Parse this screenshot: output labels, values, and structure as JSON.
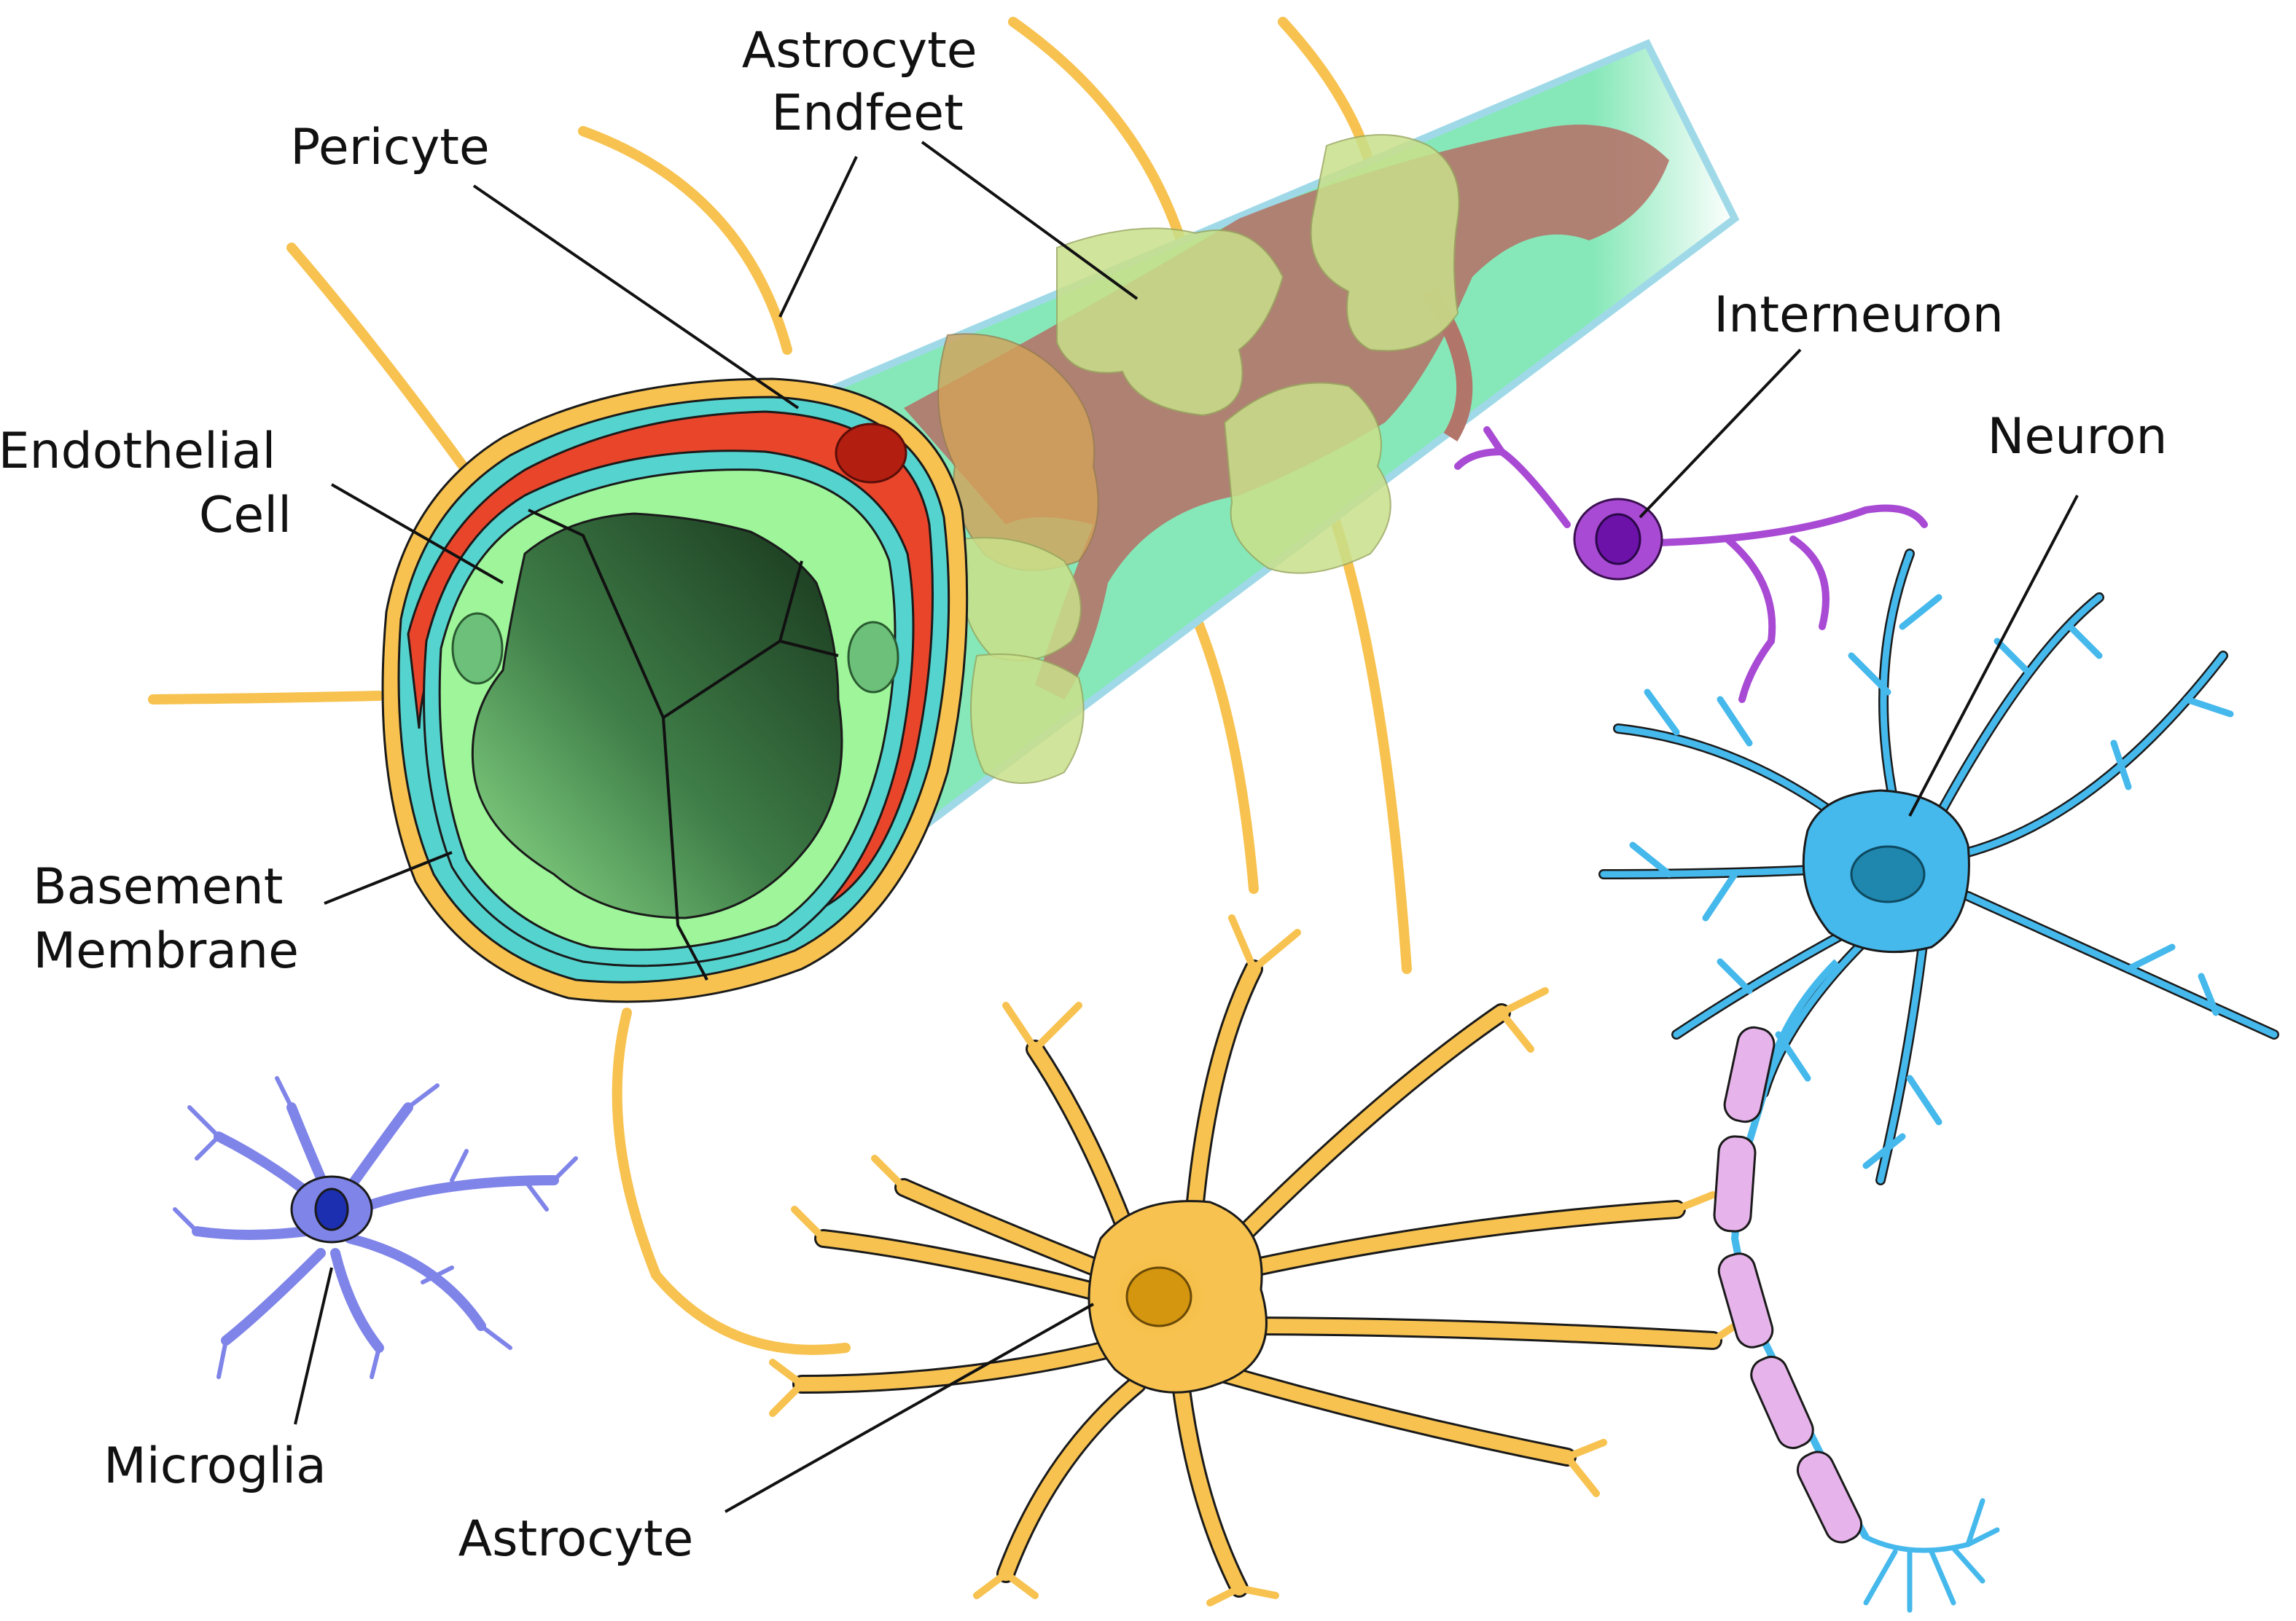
{
  "labels": {
    "astrocyte_endfeet": "Astrocyte Endfeet",
    "astrocyte_endfeet_line1": "Astrocyte",
    "astrocyte_endfeet_line2": "Endfeet",
    "pericyte": "Pericyte",
    "interneuron": "Interneuron",
    "neuron": "Neuron",
    "endothelial_cell": "Endothelial Cell",
    "endothelial_cell_line1": "Endothelial",
    "endothelial_cell_line2": "Cell",
    "basement_membrane": "Basement Membrane",
    "basement_membrane_line1": "Basement",
    "basement_membrane_line2": "Membrane",
    "microglia": "Microglia",
    "astrocyte": "Astrocyte"
  },
  "colors": {
    "astrocyte": "#f7c24f",
    "astrocyte_nucleus": "#d4950f",
    "pericyte": "#e9452a",
    "pericyte_nucleus": "#b21e10",
    "basement_membrane": "#55d4cf",
    "endothelium": "#9ef59a",
    "lumen_dark": "#1f4a26",
    "vessel_body": "#86e8b8",
    "pericyte_process": "#b2756a",
    "endfoot": "#c9e08a",
    "interneuron": "#a84ad4",
    "interneuron_nucleus": "#6c12a8",
    "neuron": "#45b8ec",
    "neuron_nucleus": "#1f86ad",
    "myelin": "#e6b4ea",
    "microglia": "#7f84e8",
    "microglia_nucleus": "#1c2fb0"
  }
}
